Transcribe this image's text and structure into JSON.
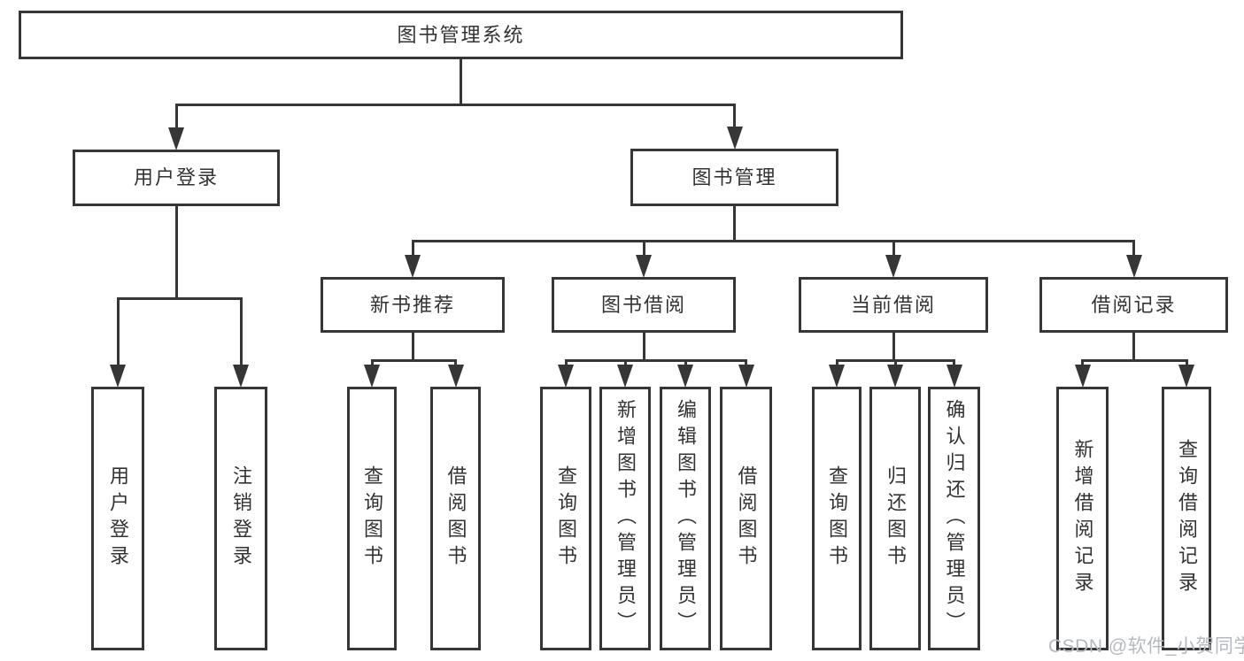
{
  "diagram": {
    "watermark": "CSDN @软件_小贺同学",
    "colors": {
      "background": "#ffffff",
      "line": "#363636",
      "box_border": "#363636",
      "text": "#333333",
      "watermark": "#b6b9c1"
    },
    "nodes": [
      {
        "id": "system-root",
        "label": "图书管理系统"
      },
      {
        "id": "user-login",
        "label": "用户登录"
      },
      {
        "id": "book-management",
        "label": "图书管理"
      },
      {
        "id": "new-book-recommend",
        "label": "新书推荐"
      },
      {
        "id": "book-borrowing",
        "label": "图书借阅"
      },
      {
        "id": "current-borrowing",
        "label": "当前借阅"
      },
      {
        "id": "borrowing-records",
        "label": "借阅记录"
      },
      {
        "id": "user-login-action",
        "label": "用户登录"
      },
      {
        "id": "logout-action",
        "label": "注销登录"
      },
      {
        "id": "query-books-recommend",
        "label": "查询图书"
      },
      {
        "id": "borrow-books-recommend",
        "label": "借阅图书"
      },
      {
        "id": "query-books-borrowing",
        "label": "查询图书"
      },
      {
        "id": "add-books-admin",
        "label": "新增图书（管理员）"
      },
      {
        "id": "edit-books-admin",
        "label": "编辑图书（管理员）"
      },
      {
        "id": "borrow-books",
        "label": "借阅图书"
      },
      {
        "id": "query-books-current",
        "label": "查询图书"
      },
      {
        "id": "return-books",
        "label": "归还图书"
      },
      {
        "id": "confirm-return-admin",
        "label": "确认归还（管理员）"
      },
      {
        "id": "add-borrow-record",
        "label": "新增借阅记录"
      },
      {
        "id": "query-borrow-record",
        "label": "查询借阅记录"
      }
    ],
    "edges": [
      {
        "parent": "system-root",
        "children": [
          "user-login",
          "book-management"
        ]
      },
      {
        "parent": "user-login",
        "children": [
          "user-login-action",
          "logout-action"
        ]
      },
      {
        "parent": "book-management",
        "children": [
          "new-book-recommend",
          "book-borrowing",
          "current-borrowing",
          "borrowing-records"
        ]
      },
      {
        "parent": "new-book-recommend",
        "children": [
          "query-books-recommend",
          "borrow-books-recommend"
        ]
      },
      {
        "parent": "book-borrowing",
        "children": [
          "query-books-borrowing",
          "add-books-admin",
          "edit-books-admin",
          "borrow-books"
        ]
      },
      {
        "parent": "current-borrowing",
        "children": [
          "query-books-current",
          "return-books",
          "confirm-return-admin"
        ]
      },
      {
        "parent": "borrowing-records",
        "children": [
          "add-borrow-record",
          "query-borrow-record"
        ]
      }
    ]
  }
}
